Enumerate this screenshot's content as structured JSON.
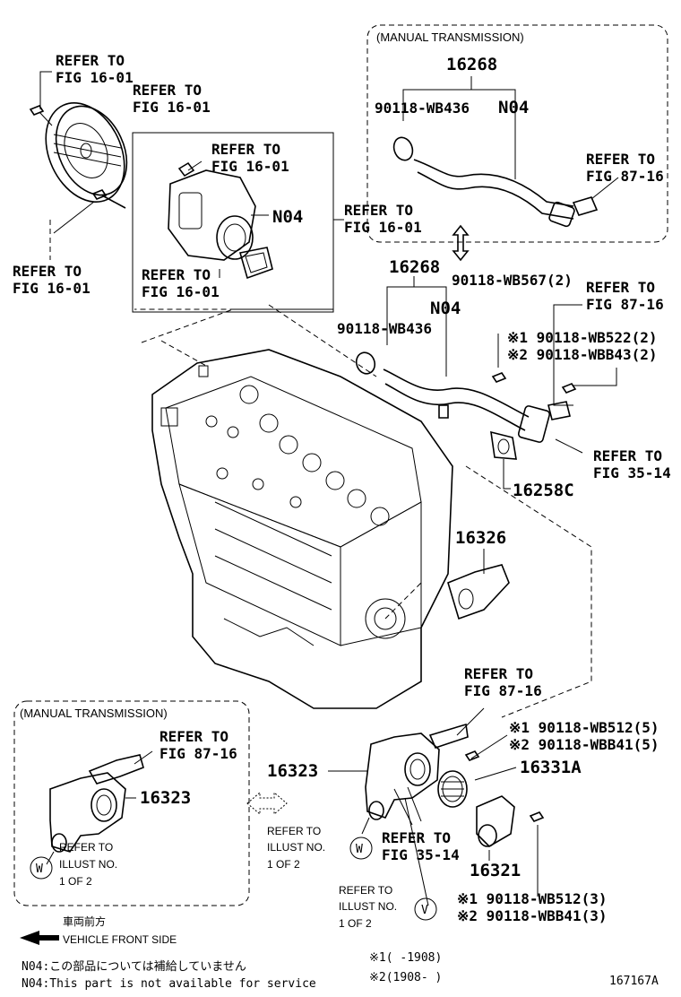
{
  "refer_to": "REFER TO",
  "manual_transmission": "(MANUAL TRANSMISSION)",
  "refs": {
    "fig_16_01": "FIG 16-01",
    "fig_87_16": "FIG 87-16",
    "fig_35_14": "FIG 35-14"
  },
  "parts": {
    "p16268": "16268",
    "p90118_wb436": "90118-WB436",
    "n04": "N04",
    "p90118_wb567": "90118-WB567(2)",
    "p90118_wb522": "※1 90118-WB522(2)",
    "p90118_wbb43": "※2 90118-WBB43(2)",
    "p16258c": "16258C",
    "p16326": "16326",
    "p16323": "16323",
    "p16331a": "16331A",
    "p16321": "16321",
    "p90118_wb512_5": "※1 90118-WB512(5)",
    "p90118_wbb41_5": "※2 90118-WBB41(5)",
    "p90118_wb512_3": "※1 90118-WB512(3)",
    "p90118_wbb41_3": "※2 90118-WBB41(3)"
  },
  "illust": {
    "refer_to": "REFER TO",
    "illust_no": "ILLUST NO.",
    "one_of_two": "1 OF 2",
    "w": "W",
    "v": "V"
  },
  "footer": {
    "front_jp": "車両前方",
    "front_en": "VEHICLE FRONT SIDE",
    "n04_jp": "N04:この部品については補給していません",
    "n04_en": "N04:This part is not available for service",
    "note1": "※1(     -1908)",
    "note2": "※2(1908-     )",
    "fig_id": "167167A"
  }
}
